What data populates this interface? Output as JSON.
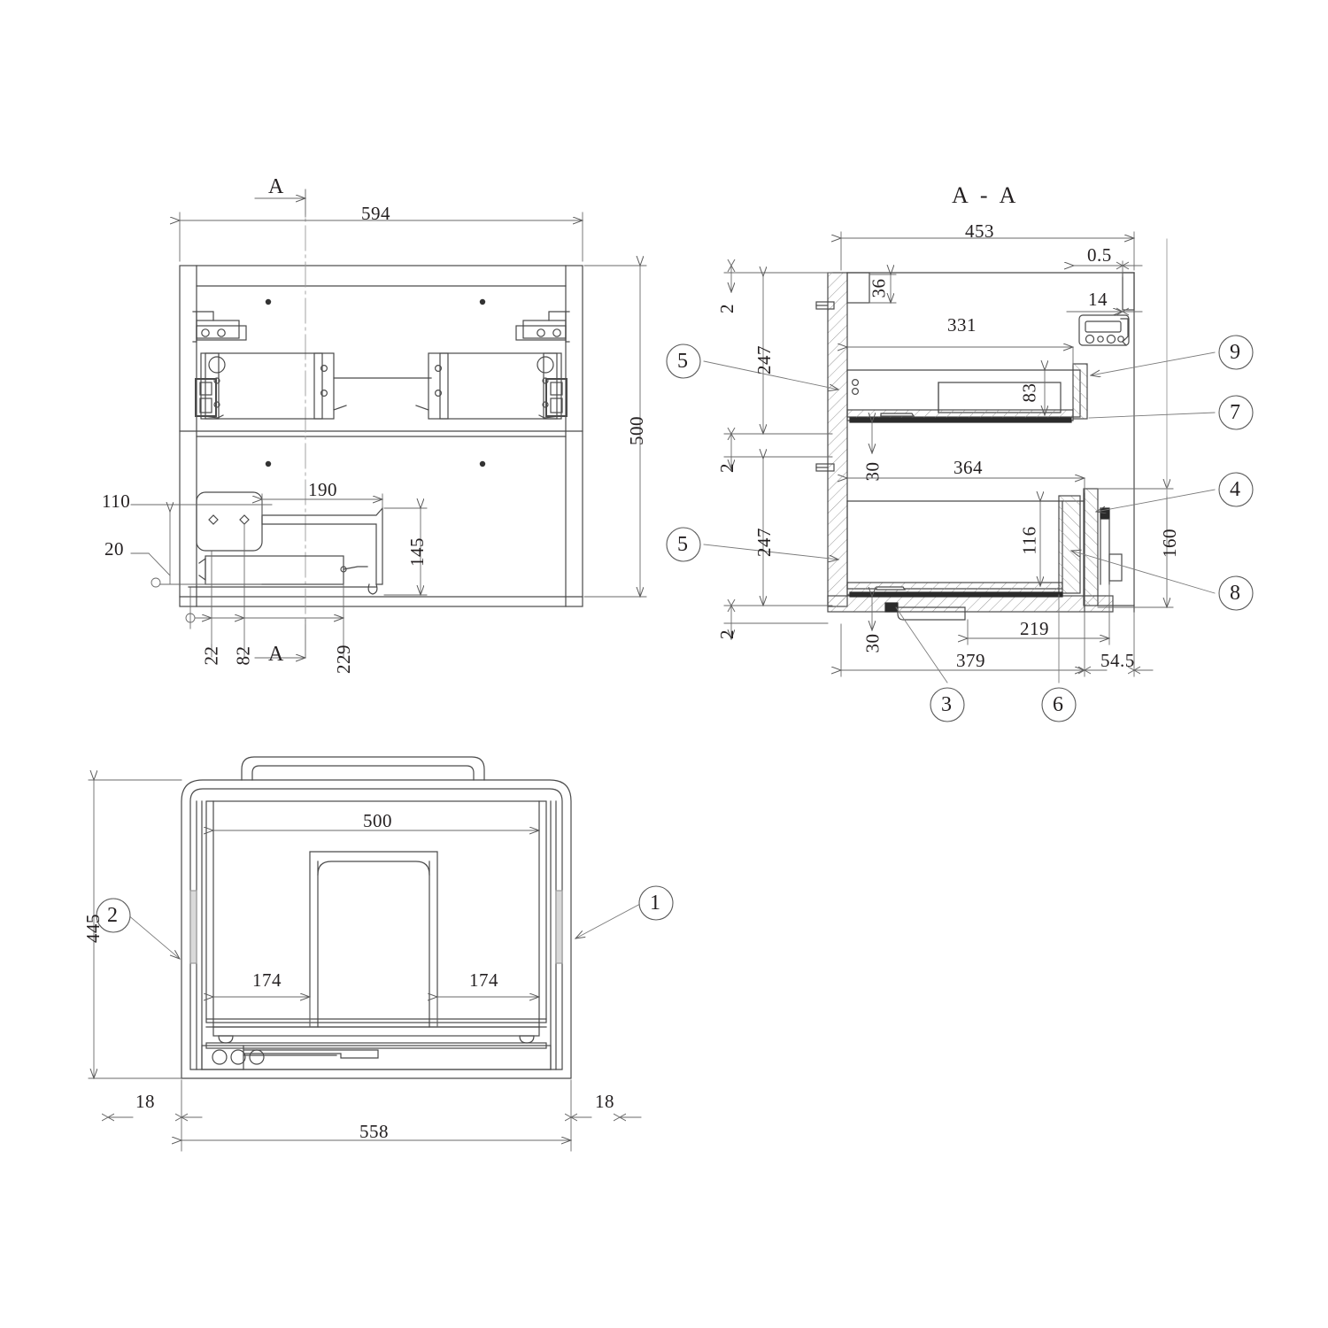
{
  "drawing": {
    "type": "engineering-assembly-drawing",
    "units": "mm",
    "line_color": "#4a4a4a",
    "text_color": "#231f20",
    "views": [
      {
        "name": "top-view",
        "title": ""
      },
      {
        "name": "section-a-a",
        "title": "A - A"
      },
      {
        "name": "front-view",
        "title": ""
      }
    ]
  },
  "section_label": "A - A",
  "cut_marks": {
    "top": "A",
    "bottom": "A"
  },
  "top_view": {
    "dimensions": {
      "overall_width": "594",
      "overall_height": "500",
      "bracket_width": "190",
      "bracket_height": "145",
      "left_offset_110": "110",
      "left_offset_20": "20",
      "edge_22": "22",
      "edge_82": "82",
      "center_229": "229"
    }
  },
  "section_view": {
    "dimensions": {
      "overall_depth": "453",
      "gap_right": "0.5",
      "top_inset_36": "36",
      "notch_14": "14",
      "upper_drawer_inner": "331",
      "upper_drawer_height": "83",
      "upper_gap_2": "2",
      "middle_gap_2": "2",
      "bottom_gap_2": "2",
      "upper_span_247": "247",
      "lower_span_247": "247",
      "upper_offset_30": "30",
      "lower_offset_30": "30",
      "lower_drawer_inner": "364",
      "lower_drawer_height": "116",
      "front_height_160": "160",
      "rail_219": "219",
      "base_379": "379",
      "overhang_54_5": "54.5"
    }
  },
  "front_view": {
    "dimensions": {
      "inner_width": "500",
      "overall_height": "445",
      "left_panel_174": "174",
      "right_panel_174": "174",
      "left_edge_18": "18",
      "right_edge_18": "18",
      "overall_width": "558"
    }
  },
  "balloons": [
    {
      "id": "1",
      "label": "1"
    },
    {
      "id": "2",
      "label": "2"
    },
    {
      "id": "3",
      "label": "3"
    },
    {
      "id": "4",
      "label": "4"
    },
    {
      "id": "5a",
      "label": "5"
    },
    {
      "id": "5b",
      "label": "5"
    },
    {
      "id": "6",
      "label": "6"
    },
    {
      "id": "7",
      "label": "7"
    },
    {
      "id": "8",
      "label": "8"
    },
    {
      "id": "9",
      "label": "9"
    }
  ]
}
